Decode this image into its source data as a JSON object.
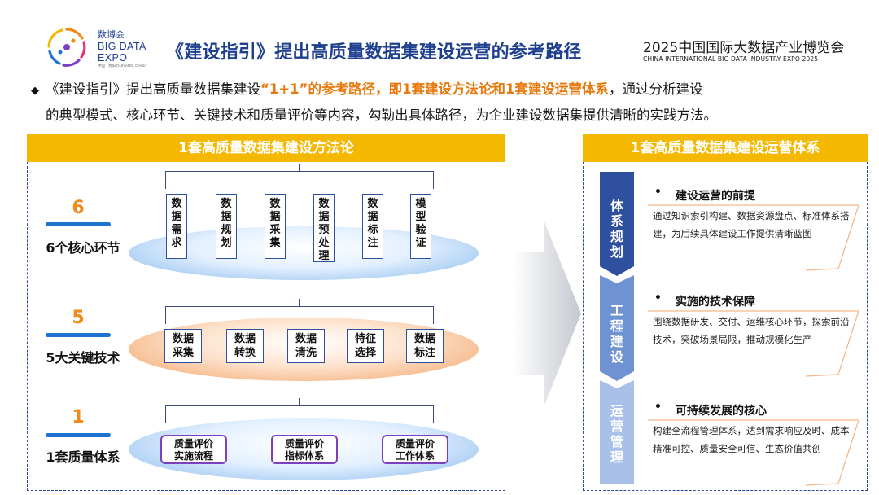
{
  "logo": {
    "cn": "数博会",
    "en_line1": "BIG DATA",
    "en_line2": "EXPO",
    "tiny": "中国 · 贵阳  GUIYANG, CHINA"
  },
  "title": "《建设指引》提出高质量数据集建设运营的参考路径",
  "expo": {
    "cn": "2025中国国际大数据产业博览会",
    "en": "CHINA INTERNATIONAL BIG DATA INDUSTRY EXPO 2025"
  },
  "intro": {
    "bullet": "◆",
    "part1": "《建设指引》提出高质量数据集建设",
    "highlight": "“1+1”的参考路径，即1套建设方法论和1套建设运营体系",
    "part2": "，通过分析建设",
    "line2": "的典型模式、核心环节、关键技术和质量评价等内容，勾勒出具体路径，为企业建设数据集提供清晰的实践方法。"
  },
  "left": {
    "header": "1套高质量数据集建设方法论",
    "rows": [
      {
        "number": "6",
        "label": "6个核心环节",
        "items": [
          "数据需求",
          "数据规划",
          "数据采集",
          "数据预处理",
          "数据标注",
          "模型验证"
        ]
      },
      {
        "number": "5",
        "label": "5大关键技术",
        "items": [
          [
            "数据",
            "采集"
          ],
          [
            "数据",
            "转换"
          ],
          [
            "数据",
            "清洗"
          ],
          [
            "特征",
            "选择"
          ],
          [
            "数据",
            "标注"
          ]
        ]
      },
      {
        "number": "1",
        "label": "1套质量体系",
        "items": [
          [
            "质量评价",
            "实施流程"
          ],
          [
            "质量评价",
            "指标体系"
          ],
          [
            "质量评价",
            "工作体系"
          ]
        ]
      }
    ]
  },
  "right": {
    "header": "1套高质量数据集建设运营体系",
    "sections": [
      {
        "pillar": "体系规划",
        "bullet": "•",
        "title": "建设运营的前提",
        "text": "通过知识索引构建、数据资源盘点、标准体系搭建，为后续具体建设工作提供清晰蓝图"
      },
      {
        "pillar": "工程建设",
        "bullet": "•",
        "title": "实施的技术保障",
        "text": "围绕数据研发、交付、运维核心环节，探索前沿技术，突破场景局限，推动规模化生产"
      },
      {
        "pillar": "运营管理",
        "bullet": "•",
        "title": "可持续发展的核心",
        "text": "构建全流程管理体系，达到需求响应及时、成本精准可控、质量安全可信、生态价值共创"
      }
    ]
  },
  "colors": {
    "header_bg": "#f5b800",
    "title_blue": "#1f3f8f",
    "highlight_orange": "#e8780a",
    "number_orange": "#f08a1a",
    "pillar_dark": "#2f4f9f",
    "pillar_mid": "#6f93d2",
    "pillar_light": "#a9c1e8",
    "quality_box_purple": "#7b3fc0"
  }
}
